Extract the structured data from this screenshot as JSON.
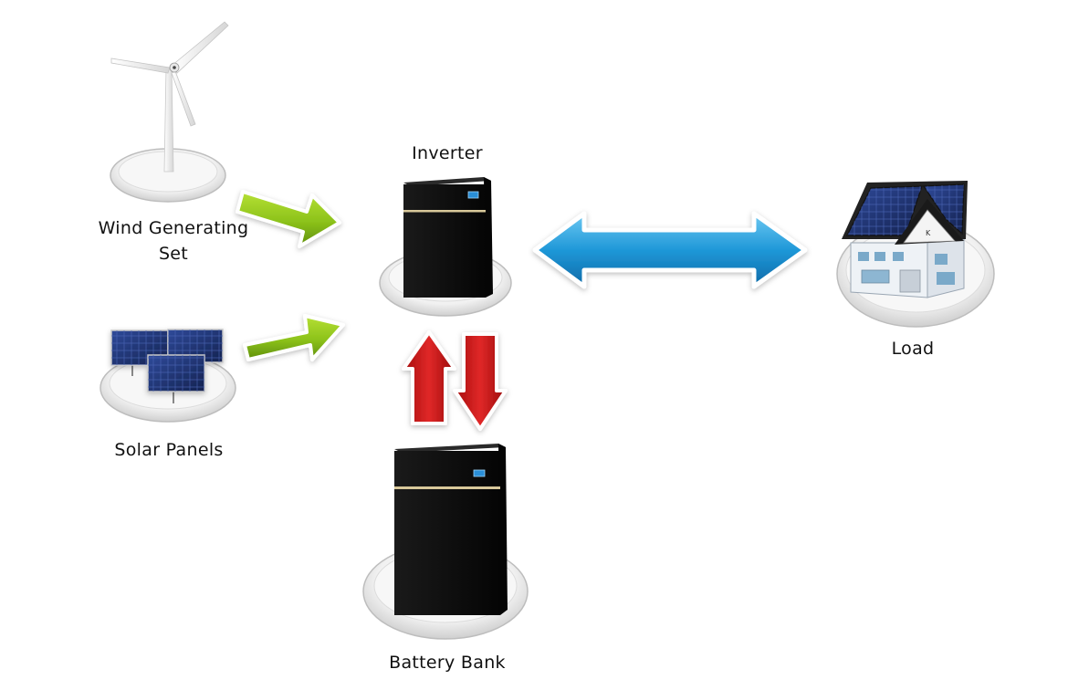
{
  "nodes": {
    "wind": {
      "label_line1": "Wind Generating",
      "label_line2": "Set",
      "icon": "wind-turbine-icon"
    },
    "solar": {
      "label": "Solar Panels",
      "icon": "solar-panel-icon"
    },
    "inverter": {
      "label": "Inverter",
      "icon": "inverter-cabinet-icon"
    },
    "load": {
      "label": "Load",
      "icon": "house-icon"
    },
    "battery": {
      "label": "Battery Bank",
      "icon": "battery-cabinet-icon"
    }
  },
  "colors": {
    "green_arrow": "#8cc21a",
    "blue_arrow": "#1f98d8",
    "red_arrow": "#d11a1a",
    "cabinet": "#111111",
    "cabinet_stripe": "#d8c89a",
    "cabinet_screen": "#2a8fd8",
    "panel": "#1d2f6b"
  }
}
